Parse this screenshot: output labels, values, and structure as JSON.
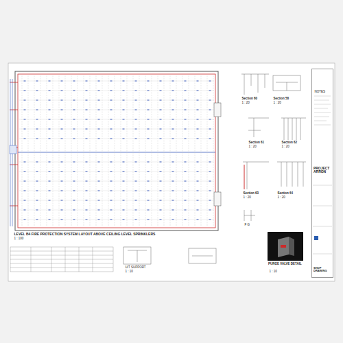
{
  "diagram": {
    "title": "LEVEL B4 FIRE PROTECTION SYSTEM LAYOUT ABOVE CEILING LEVEL SPRINKLERS",
    "nodes": [
      {
        "text": [
          "PROJECT ARRON",
          "SHOP DRAWING"
        ]
      },
      {
        "text": [
          "PURGE VALVE DETAIL"
        ]
      }
    ],
    "labels": [
      "1 : 100",
      "Section 60",
      "1 : 20",
      "Section 58",
      "1 : 20",
      "Section 61",
      "1 : 20",
      "Section 62",
      "1 : 20",
      "Section 63",
      "1 : 20",
      "Section 64",
      "1 : 20",
      "F G",
      "U/T SUPPORT",
      "1 : 10",
      "1 : 10",
      "NOTES"
    ]
  }
}
